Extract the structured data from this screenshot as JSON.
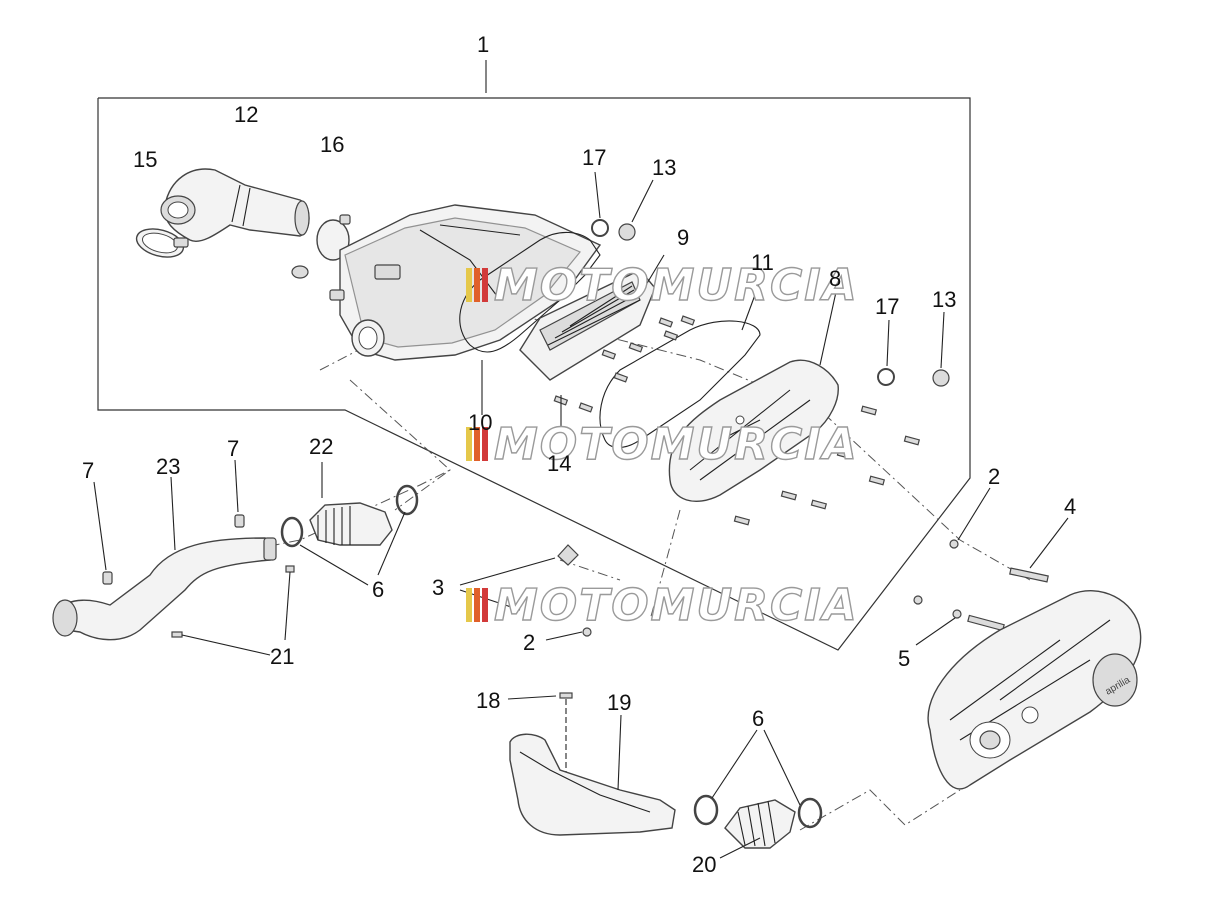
{
  "watermark": {
    "text": "MOTOMURCIA",
    "colors": [
      "#e5c84a",
      "#e0602a",
      "#d23a3a"
    ]
  },
  "callouts": {
    "c1": "1",
    "c2a": "2",
    "c2b": "2",
    "c3": "3",
    "c4": "4",
    "c5": "5",
    "c6a": "6",
    "c6b": "6",
    "c7a": "7",
    "c7b": "7",
    "c8": "8",
    "c9": "9",
    "c10": "10",
    "c11": "11",
    "c12": "12",
    "c13a": "13",
    "c13b": "13",
    "c14": "14",
    "c15": "15",
    "c16": "16",
    "c17a": "17",
    "c17b": "17",
    "c18": "18",
    "c19": "19",
    "c20": "20",
    "c21": "21",
    "c22": "22",
    "c23": "23"
  },
  "cover_logo": "aprilia"
}
